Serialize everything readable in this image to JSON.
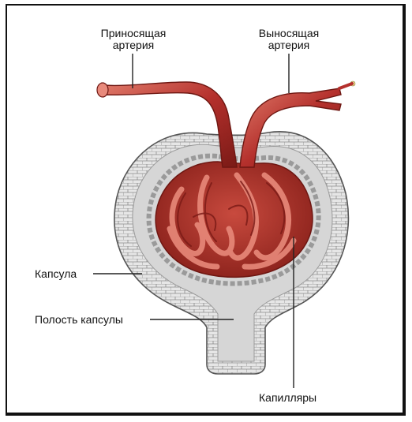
{
  "labels": {
    "afferent_line1": "Приносящая",
    "afferent_line2": "артерия",
    "efferent_line1": "Выносящая",
    "efferent_line2": "артерия",
    "capsule": "Капсула",
    "capsule_cavity": "Полость капсулы",
    "capillaries": "Капилляры"
  },
  "colors": {
    "artery": "#b4302c",
    "artery_dark": "#7a1a16",
    "artery_light": "#e07a6a",
    "capsule_fill": "#d9d9d9",
    "capsule_outline": "#6a6a6a",
    "cavity_fill": "#f2f2f2"
  }
}
